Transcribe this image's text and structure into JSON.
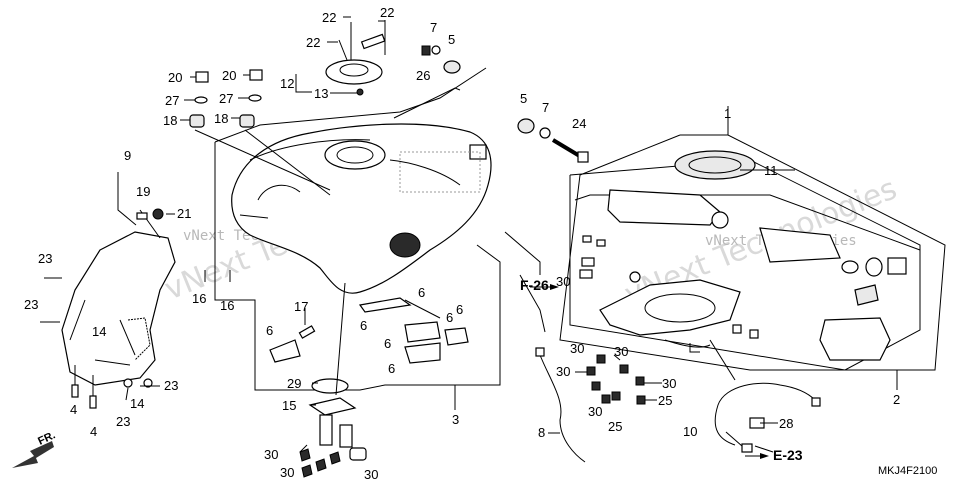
{
  "diagram": {
    "code": "MKJ4F2100",
    "front_label": "FR.",
    "watermark_small": "vNext Technologies",
    "watermark_large": "vNext Technologies",
    "refs": {
      "f26": "F-26",
      "e23": "E-23"
    },
    "callouts": {
      "c1": "1",
      "c2": "2",
      "c3": "3",
      "c4a": "4",
      "c4b": "4",
      "c5a": "5",
      "c5b": "5",
      "c6a": "6",
      "c6b": "6",
      "c6c": "6",
      "c6d": "6",
      "c6e": "6",
      "c6f": "6",
      "c6g": "6",
      "c7a": "7",
      "c7b": "7",
      "c8": "8",
      "c9": "9",
      "c10": "10",
      "c11": "11",
      "c12": "12",
      "c13": "13",
      "c14a": "14",
      "c14b": "14",
      "c15": "15",
      "c16a": "16",
      "c16b": "16",
      "c17": "17",
      "c18a": "18",
      "c18b": "18",
      "c19": "19",
      "c20a": "20",
      "c20b": "20",
      "c21": "21",
      "c22a": "22",
      "c22b": "22",
      "c22c": "22",
      "c23a": "23",
      "c23b": "23",
      "c23c": "23",
      "c23d": "23",
      "c24": "24",
      "c25a": "25",
      "c25b": "25",
      "c26": "26",
      "c27a": "27",
      "c27b": "27",
      "c28": "28",
      "c29": "29",
      "c30a": "30",
      "c30b": "30",
      "c30c": "30",
      "c30d": "30",
      "c30e": "30",
      "c30f": "30",
      "c30g": "30",
      "c30h": "30",
      "c30i": "30"
    }
  }
}
